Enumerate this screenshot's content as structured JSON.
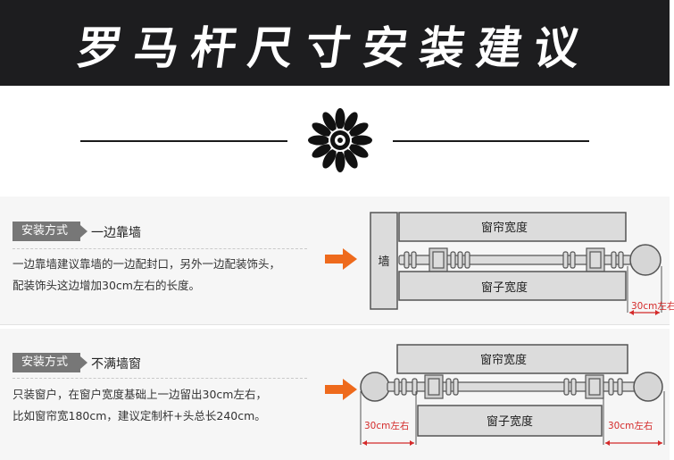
{
  "header": {
    "title": "罗马杆尺寸安装建议"
  },
  "sections": [
    {
      "badge": "安装方式",
      "method": "一边靠墙",
      "description": [
        "一边靠墙建议靠墙的一边配封口，另外一边配装饰头，",
        "配装饰头这边增加30cm左右的长度。"
      ],
      "diagram": {
        "wall_label": "墙",
        "curtain_width_label": "窗帘宽度",
        "window_width_label": "窗子宽度",
        "right_extension_label": "30cm左右"
      }
    },
    {
      "badge": "安装方式",
      "method": "不满墙窗",
      "description": [
        "只装窗户，在窗户宽度基础上一边留出30cm左右，",
        "比如窗帘宽180cm，建议定制杆+头总长240cm。"
      ],
      "diagram": {
        "curtain_width_label": "窗帘宽度",
        "window_width_label": "窗子宽度",
        "left_extension_label": "30cm左右",
        "right_extension_label": "30cm左右"
      }
    }
  ],
  "colors": {
    "banner": "#1d1d1f",
    "badge": "#777777",
    "arrow": "#ee6a1c",
    "measure": "#d42a2a",
    "diagram_fill": "#dcdcdc",
    "diagram_stroke": "#555555"
  },
  "icons": {
    "ornament": "flower-ornament-icon",
    "arrow": "right-arrow-icon",
    "finial": "ball-finial-icon"
  }
}
